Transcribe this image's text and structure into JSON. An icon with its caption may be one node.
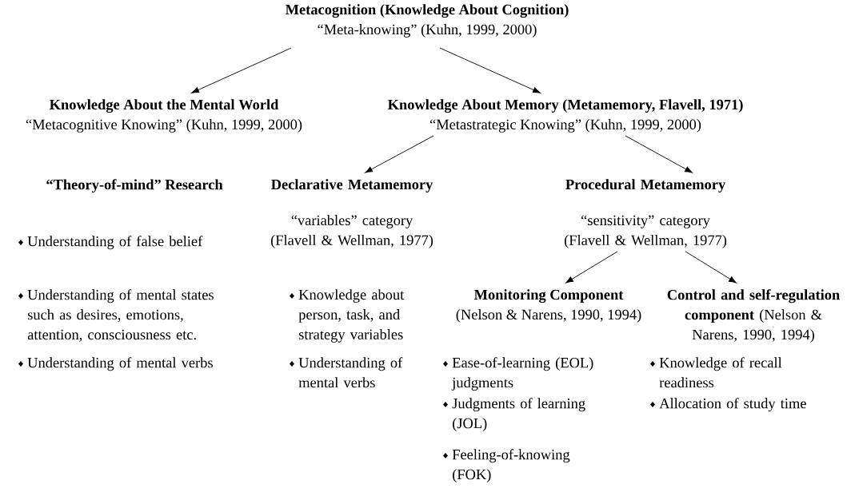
{
  "diagram": {
    "nodes": [
      {
        "text": [
          "Metacognition (Knowledge About Cognition)",
          "“Meta-knowing” (Kuhn, 1999, 2000)"
        ]
      },
      {
        "text": [
          "Knowledge About the Mental World",
          "“Metacognitive Knowing” (Kuhn, 1999, 2000)"
        ]
      },
      {
        "text": [
          "Knowledge About Memory (Metamemory, Flavell, 1971)",
          "“Metastrategic Knowing” (Kuhn, 1999, 2000)"
        ]
      },
      {
        "text": [
          "Declarative Metamemory",
          "“variables” category (Flavell & Wellman, 1977)"
        ]
      },
      {
        "text": [
          "Procedural Metamemory",
          "“sensitivity” category (Flavell & Wellman, 1977)"
        ]
      },
      {
        "text": [
          "Monitoring Component",
          "(Nelson & Narens, 1990, 1994)"
        ]
      },
      {
        "text": [
          "**Control and self-regulation component** (Nelson & Narens, 1990, 1994)"
        ]
      }
    ],
    "edges": [
      {
        "from": 0,
        "to": 1,
        "arrow": "to"
      },
      {
        "from": 0,
        "to": 2,
        "arrow": "to"
      },
      {
        "from": 2,
        "to": 3,
        "arrow": "to"
      },
      {
        "from": 2,
        "to": 4,
        "arrow": "to"
      },
      {
        "from": 4,
        "to": 5,
        "arrow": "to"
      },
      {
        "from": 4,
        "to": 6,
        "arrow": "to"
      }
    ],
    "labels": [
      "“Theory-of-mind” Research",
      "Understanding of false belief",
      "Understanding of mental states such as desires, emotions, attention, consciousness etc.",
      "Knowledge about person, task, and strategy variables",
      "Understanding of mental verbs",
      "Understanding of mental verbs",
      "Ease-of-learning (EOL) judgments",
      "Knowledge of recall readiness",
      "Judgments of learning (JOL)",
      "Allocation of study time",
      "Feeling-of-knowing (FOK)"
    ]
  }
}
